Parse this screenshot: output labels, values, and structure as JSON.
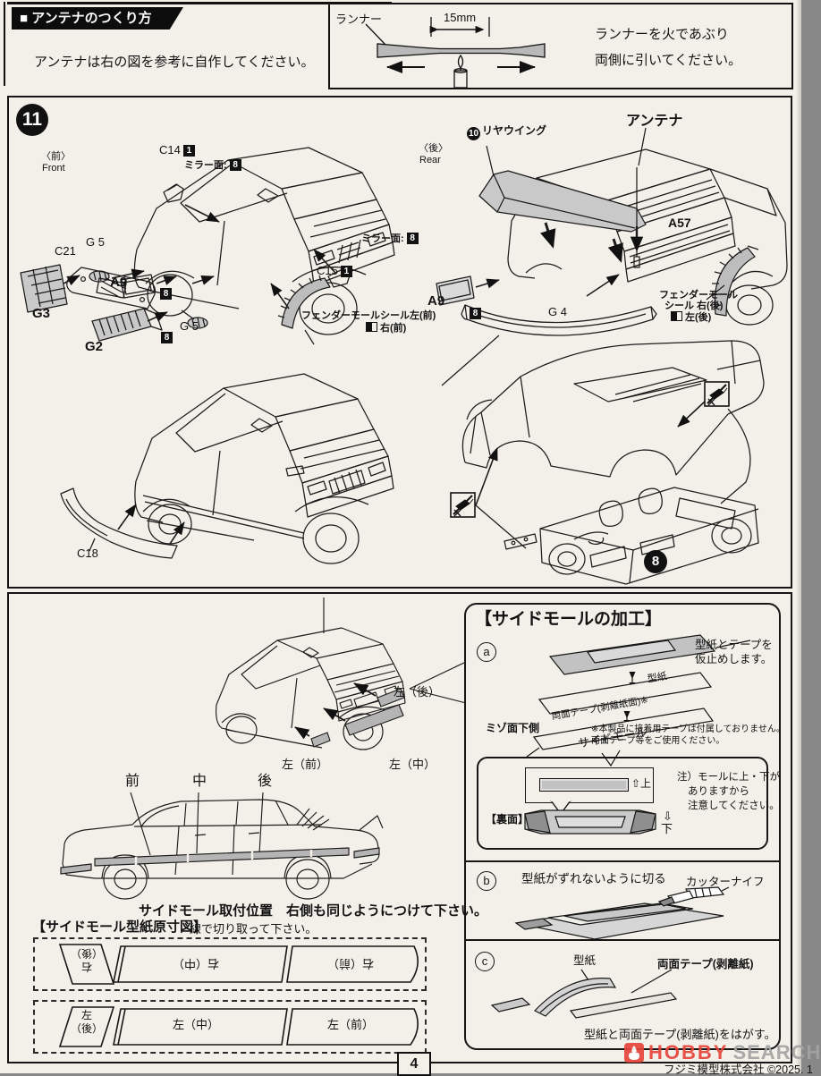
{
  "page": {
    "page_number": "4",
    "publisher": "フジミ模型株式会社 ©2025. 1",
    "watermark_word1": "HOBBY",
    "watermark_word2": "SEARCH"
  },
  "antenna_howto": {
    "title": "■ アンテナのつくり方",
    "body": "アンテナは右の図を参考に自作してください。",
    "runner": "ランナー",
    "length": "15mm",
    "note1": "ランナーを火であぶり",
    "note2": "両側に引いてください。"
  },
  "step11": {
    "num": "11",
    "front_jp": "〈前〉",
    "front_en": "Front",
    "rear_jp": "〈後〉",
    "rear_en": "Rear",
    "c14": "C14",
    "c14_badge": "1",
    "mirror1": "ミラー面:",
    "mirror1_badge": "8",
    "c21": "C21",
    "g5a": "G 5",
    "a9f": "A9",
    "badge8a": "8",
    "g3": "G3",
    "g5b": "G 5",
    "g2": "G2",
    "badge8b": "8",
    "mirror2": "ミラー面:",
    "mirror2_badge": "8",
    "c15": "C15",
    "c15_badge": "1",
    "seal_front1": "フェンダーモールシール左(前)",
    "seal_front2": "右(前)",
    "wing_num": "10",
    "wing_label": "リヤウイング",
    "antenna": "アンテナ",
    "a57": "A57",
    "a9r": "A9",
    "badge8c": "8",
    "g4": "G 4",
    "seal_rear1": "フェンダーモール",
    "seal_rear2": "シール 右(後)",
    "seal_rear3": "左(後)",
    "c18": "C18",
    "step8": "8"
  },
  "moulding": {
    "left_rear": "左（後）",
    "left_mid": "左（中）",
    "left_front": "左（前）",
    "pos_front": "前",
    "pos_mid": "中",
    "pos_rear": "後",
    "caption": "サイドモール取付位置　右側も同じようにつけて下さい。",
    "template_title": "【サイドモール型紙原寸図】",
    "cut_note": "線で切り取って下さい。",
    "right_rear_l1": "右",
    "right_rear_l2": "（後）",
    "right_mid": "右（中）",
    "right_front": "右（前）",
    "l_rear_l1": "左",
    "l_rear_l2": "（後）",
    "l_mid": "左（中）",
    "l_front": "左（前）"
  },
  "processing": {
    "title": "【サイドモールの加工】",
    "a_label": "a",
    "b_label": "b",
    "c_label": "c",
    "strip_katagami": "型紙",
    "strip_tape": "両面テープ(剥離紙面)※",
    "strip_moul": "サイドモール",
    "tack1": "型紙とテープを",
    "tack2": "仮止めします。",
    "groove": "ミゾ面下側",
    "foot1": "※本製品に接着用テープは付属しておりません。",
    "foot2": "両面テープ等をご使用ください。",
    "up": "⇧上",
    "back": "【裏面】",
    "down_arrow": "⇩",
    "down": "下",
    "warn1": "注）モールに上・下が",
    "warn2": "ありますから",
    "warn3": "注意してください。",
    "b_caption": "型紙がずれないように切る",
    "knife": "カッターナイフ",
    "c_katagami": "型紙",
    "c_tape": "両面テープ(剥離紙)",
    "c_caption": "型紙と両面テープ(剥離紙)をはがす。"
  }
}
